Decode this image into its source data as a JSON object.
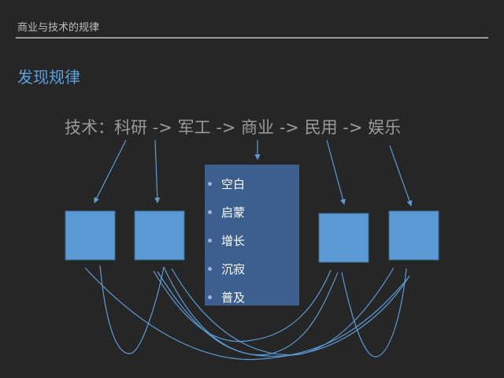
{
  "header": "商业与技术的规律",
  "title": "发现规律",
  "flow": "技术：科研 -> 军工 -> 商业 -> 民用 -> 娱乐",
  "stages": [
    "空白",
    "启蒙",
    "增长",
    "沉寂",
    "普及"
  ],
  "colors": {
    "box": "#5b9bd5",
    "list": "#3b5f8e",
    "line": "#5b9bd5",
    "title": "#5da0dc"
  }
}
